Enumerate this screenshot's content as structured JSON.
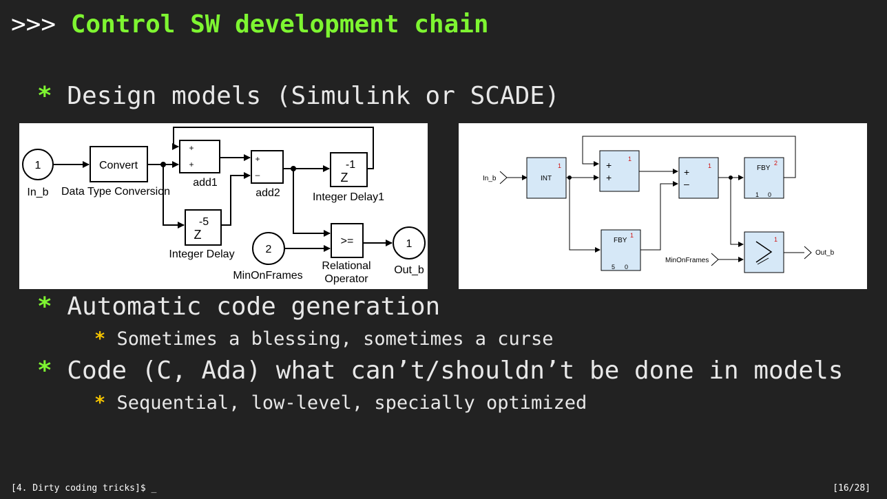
{
  "title": {
    "prompt": ">>>",
    "text": "Control SW development chain"
  },
  "bullets": [
    {
      "star": "*",
      "text": "Design models (Simulink or SCADE)"
    },
    {
      "star": "*",
      "text": "Automatic code generation"
    },
    {
      "star": "*",
      "text": "Sometimes a blessing, sometimes a curse"
    },
    {
      "star": "*",
      "text": "Code (C, Ada) what can’t/shouldn’t be done in models"
    },
    {
      "star": "*",
      "text": "Sequential, low-level, specially optimized"
    }
  ],
  "simulink": {
    "in_port_num": "1",
    "in_port_label": "In_b",
    "convert_label": "Convert",
    "convert_caption": "Data Type Conversion",
    "add1_caption": "add1",
    "add1_sign_top": "+",
    "add1_sign_bottom": "+",
    "add2_caption": "add2",
    "add2_sign_top": "+",
    "add2_sign_bottom": "–",
    "delay1_exp": "-1",
    "delay1_z": "Z",
    "delay1_caption": "Integer Delay1",
    "delay_exp": "-5",
    "delay_z": "Z",
    "delay_caption": "Integer Delay",
    "const_value": "2",
    "const_caption": "MinOnFrames",
    "relop_label": ">=",
    "relop_caption_1": "Relational",
    "relop_caption_2": "Operator",
    "out_port_num": "1",
    "out_port_label": "Out_b"
  },
  "scade": {
    "in_label": "In_b",
    "int_label": "INT",
    "int_index": "1",
    "plus1_index": "1",
    "plus1_sign_top": "+",
    "plus1_sign_bottom": "+",
    "plus2_index": "1",
    "plus2_sign_top": "+",
    "plus2_sign_bottom": "–",
    "fby1_label": "FBY",
    "fby1_index": "2",
    "fby1_param_a": "1",
    "fby1_param_b": "0",
    "fby2_label": "FBY",
    "fby2_index": "1",
    "fby2_param_a": "5",
    "fby2_param_b": "0",
    "cmp_index": "1",
    "minonframes_label": "MinOnFrames",
    "out_label": "Out_b"
  },
  "footer": {
    "left": "[4. Dirty coding tricks]$ _",
    "right": "[16/28]"
  },
  "colors": {
    "background": "#222222",
    "accent_green": "#7ef531",
    "accent_yellow": "#f5c400",
    "scade_block_fill": "#d6e8f7",
    "scade_index_red": "#d01010"
  }
}
